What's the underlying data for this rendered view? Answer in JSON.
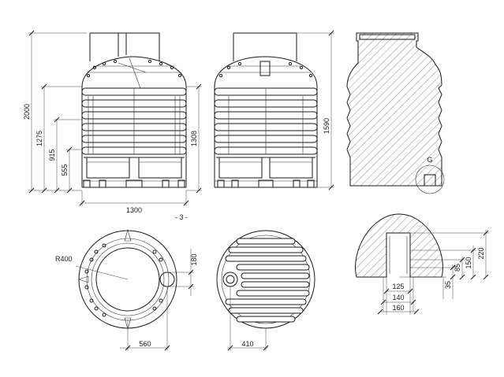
{
  "dimensions": {
    "left_view": {
      "total_height": "2000",
      "h1275": "1275",
      "h915": "915",
      "h555": "555",
      "h1308": "1308",
      "width": "1300"
    },
    "front_view": {
      "h1590": "1590"
    },
    "section_view": {
      "detail_marker": "G"
    },
    "page_label": "- 3 -",
    "top_view": {
      "radius": "R400",
      "offset": "180",
      "width": "560"
    },
    "bottom_view": {
      "width": "410"
    },
    "detail_g": {
      "h220": "220",
      "h150": "150",
      "h85": "85",
      "h35": "35",
      "w125": "125",
      "w140": "140",
      "w160": "160"
    }
  },
  "colors": {
    "line": "#1a1a1a",
    "background": "#ffffff"
  }
}
